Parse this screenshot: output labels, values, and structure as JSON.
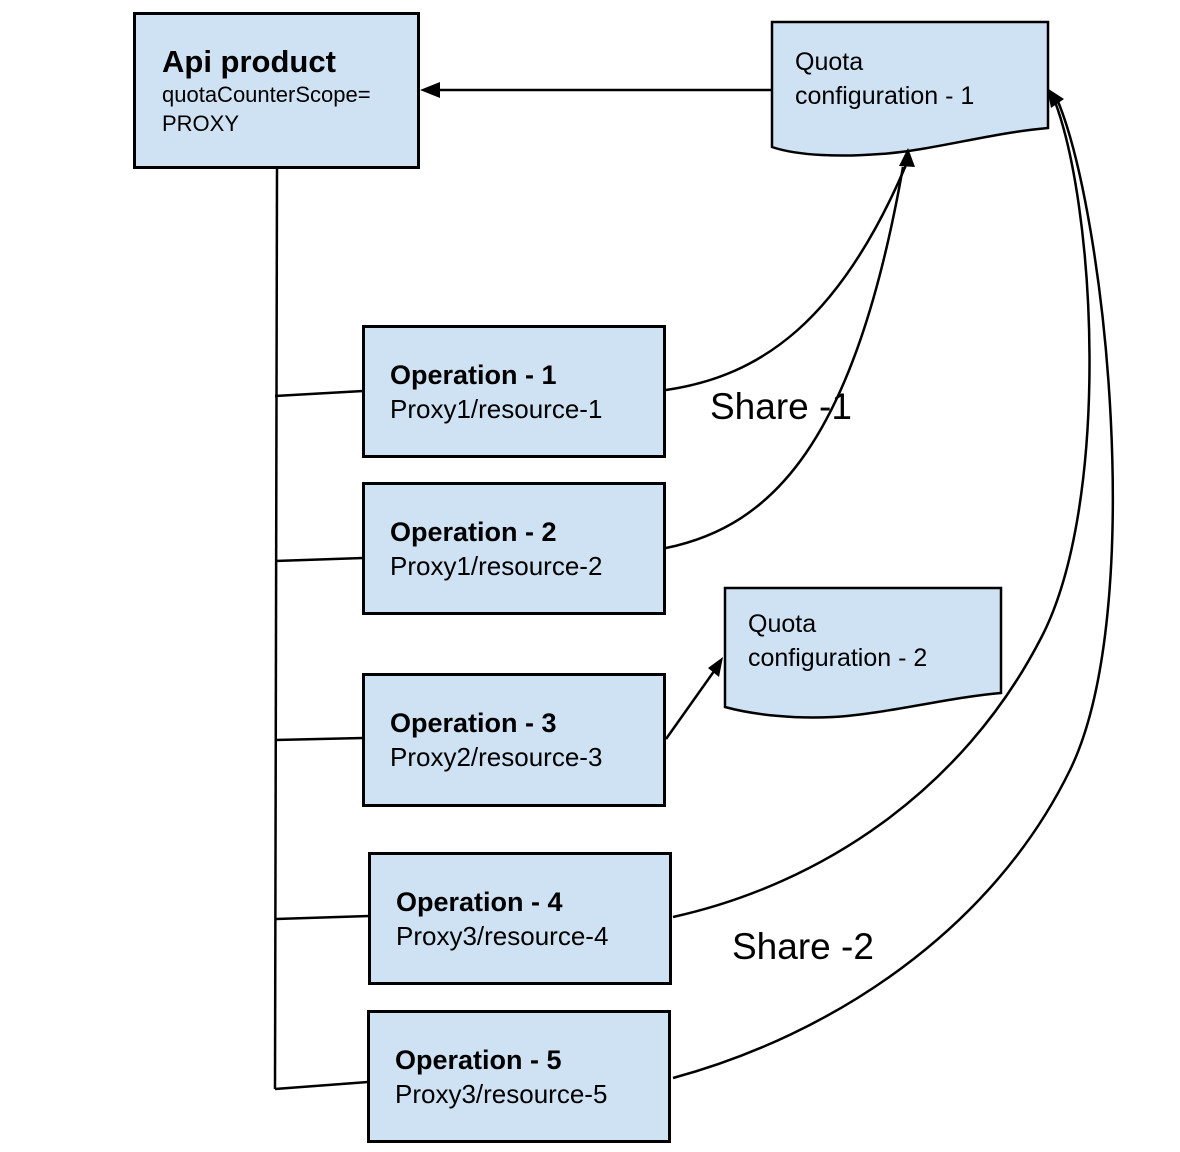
{
  "colors": {
    "node_fill": "#cfe2f3",
    "stroke": "#000000"
  },
  "api_product": {
    "title": "Api product",
    "subtitle_line1": "quotaCounterScope=",
    "subtitle_line2": "PROXY"
  },
  "operations": [
    {
      "title": "Operation - 1",
      "path": "Proxy1/resource-1"
    },
    {
      "title": "Operation - 2",
      "path": "Proxy1/resource-2"
    },
    {
      "title": "Operation - 3",
      "path": "Proxy2/resource-3"
    },
    {
      "title": "Operation - 4",
      "path": "Proxy3/resource-4"
    },
    {
      "title": "Operation - 5",
      "path": "Proxy3/resource-5"
    }
  ],
  "quota_configurations": [
    {
      "line1": "Quota",
      "line2": "configuration - 1"
    },
    {
      "line1": "Quota",
      "line2": "configuration - 2"
    }
  ],
  "share_labels": [
    {
      "text": "Share -1"
    },
    {
      "text": "Share -2"
    }
  ]
}
